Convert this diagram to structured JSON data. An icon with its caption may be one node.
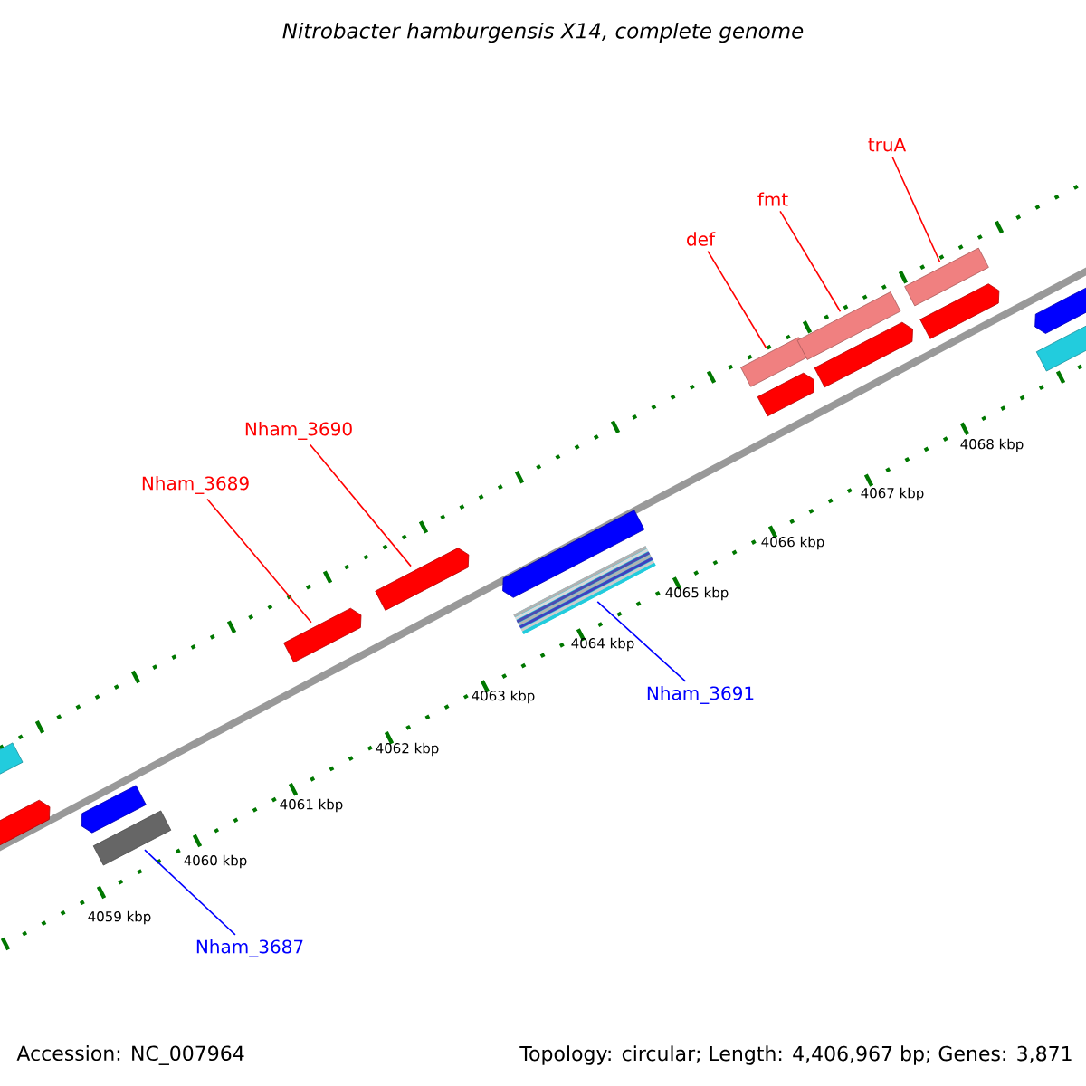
{
  "diagram": {
    "title": "Nitrobacter hamburgensis X14, complete genome",
    "nodes": [
      {
        "text": [
          "truA"
        ]
      },
      {
        "text": [
          "fmt"
        ]
      },
      {
        "text": [
          "def"
        ]
      },
      {
        "text": [
          "Nham_3690"
        ]
      },
      {
        "text": [
          "Nham_3689"
        ]
      },
      {
        "text": [
          "Nham_3691"
        ]
      },
      {
        "text": [
          "Nham_3687"
        ]
      },
      {
        "text": [],
        "shape": "bar"
      },
      {
        "text": [],
        "shape": "bar"
      },
      {
        "text": [],
        "shape": "bar"
      },
      {
        "text": [],
        "shape": "bar"
      },
      {
        "text": [],
        "shape": "bar"
      },
      {
        "text": [],
        "shape": "bar"
      },
      {
        "text": [],
        "shape": "bar"
      },
      {
        "text": [],
        "shape": "bar"
      },
      {
        "text": [],
        "shape": "bar"
      },
      {
        "text": [],
        "shape": "bar"
      },
      {
        "text": [],
        "shape": "bar"
      },
      {
        "text": [],
        "shape": "bar"
      },
      {
        "text": [],
        "shape": "bar"
      },
      {
        "text": [],
        "shape": "bar"
      },
      {
        "text": [],
        "shape": "bar"
      },
      {
        "text": [],
        "shape": "bar"
      }
    ],
    "edges": [
      {
        "from": 0,
        "to": 19,
        "arrow": "none"
      },
      {
        "from": 1,
        "to": 17,
        "arrow": "none"
      },
      {
        "from": 2,
        "to": 15,
        "arrow": "none"
      },
      {
        "from": 3,
        "to": 12,
        "arrow": "none"
      },
      {
        "from": 4,
        "to": 11,
        "arrow": "none"
      },
      {
        "from": 5,
        "to": 14,
        "arrow": "none",
        "color": "#0000ff"
      },
      {
        "from": 6,
        "to": 10,
        "arrow": "none",
        "color": "#0000ff"
      }
    ],
    "labels": [
      "4068 kbp",
      "4067 kbp",
      "4066 kbp",
      "4065 kbp",
      "4064 kbp",
      "4063 kbp",
      "4062 kbp",
      "4061 kbp",
      "4060 kbp",
      "4059 kbp",
      "Accession: NC_007964",
      "Topology: circular; Length: 4,406,967 bp; Genes: 3,871"
    ]
  }
}
